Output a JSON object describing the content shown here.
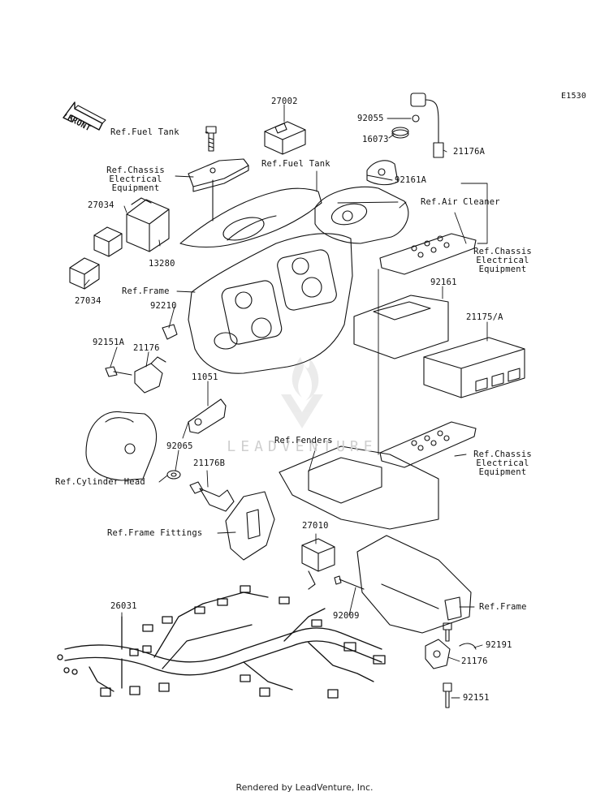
{
  "diagram": {
    "code": "E1530",
    "front_label": "FRONT",
    "footer": "Rendered by LeadVenture, Inc.",
    "watermark": "LEADVENTURE"
  },
  "labels": {
    "p27002": "27002",
    "p92055": "92055",
    "p16073": "16073",
    "p21176A": "21176A",
    "p92161A": "92161A",
    "ref_fuel_tank_1": "Ref.Fuel Tank",
    "ref_fuel_tank_2": "Ref.Fuel Tank",
    "ref_chassis_1": [
      "Ref.Chassis",
      "Electrical",
      "Equipment"
    ],
    "ref_chassis_2": [
      "Ref.Chassis",
      "Electrical",
      "Equipment"
    ],
    "ref_chassis_3": [
      "Ref.Chassis",
      "Electrical",
      "Equipment"
    ],
    "ref_air_cleaner": "Ref.Air Cleaner",
    "p27034a": "27034",
    "p27034b": "27034",
    "p13280": "13280",
    "ref_frame_1": "Ref.Frame",
    "p92210": "92210",
    "p92161": "92161",
    "p21175A": "21175/A",
    "p92151A": "92151A",
    "p21176a": "21176",
    "p11051": "11051",
    "p92065": "92065",
    "ref_fenders": "Ref.Fenders",
    "p21176B": "21176B",
    "ref_cyl_head": "Ref.Cylinder Head",
    "ref_frame_fittings": "Ref.Frame Fittings",
    "p27010": "27010",
    "p26031": "26031",
    "p92009": "92009",
    "ref_frame_2": "Ref.Frame",
    "p92191": "92191",
    "p21176b": "21176",
    "p92151": "92151"
  }
}
